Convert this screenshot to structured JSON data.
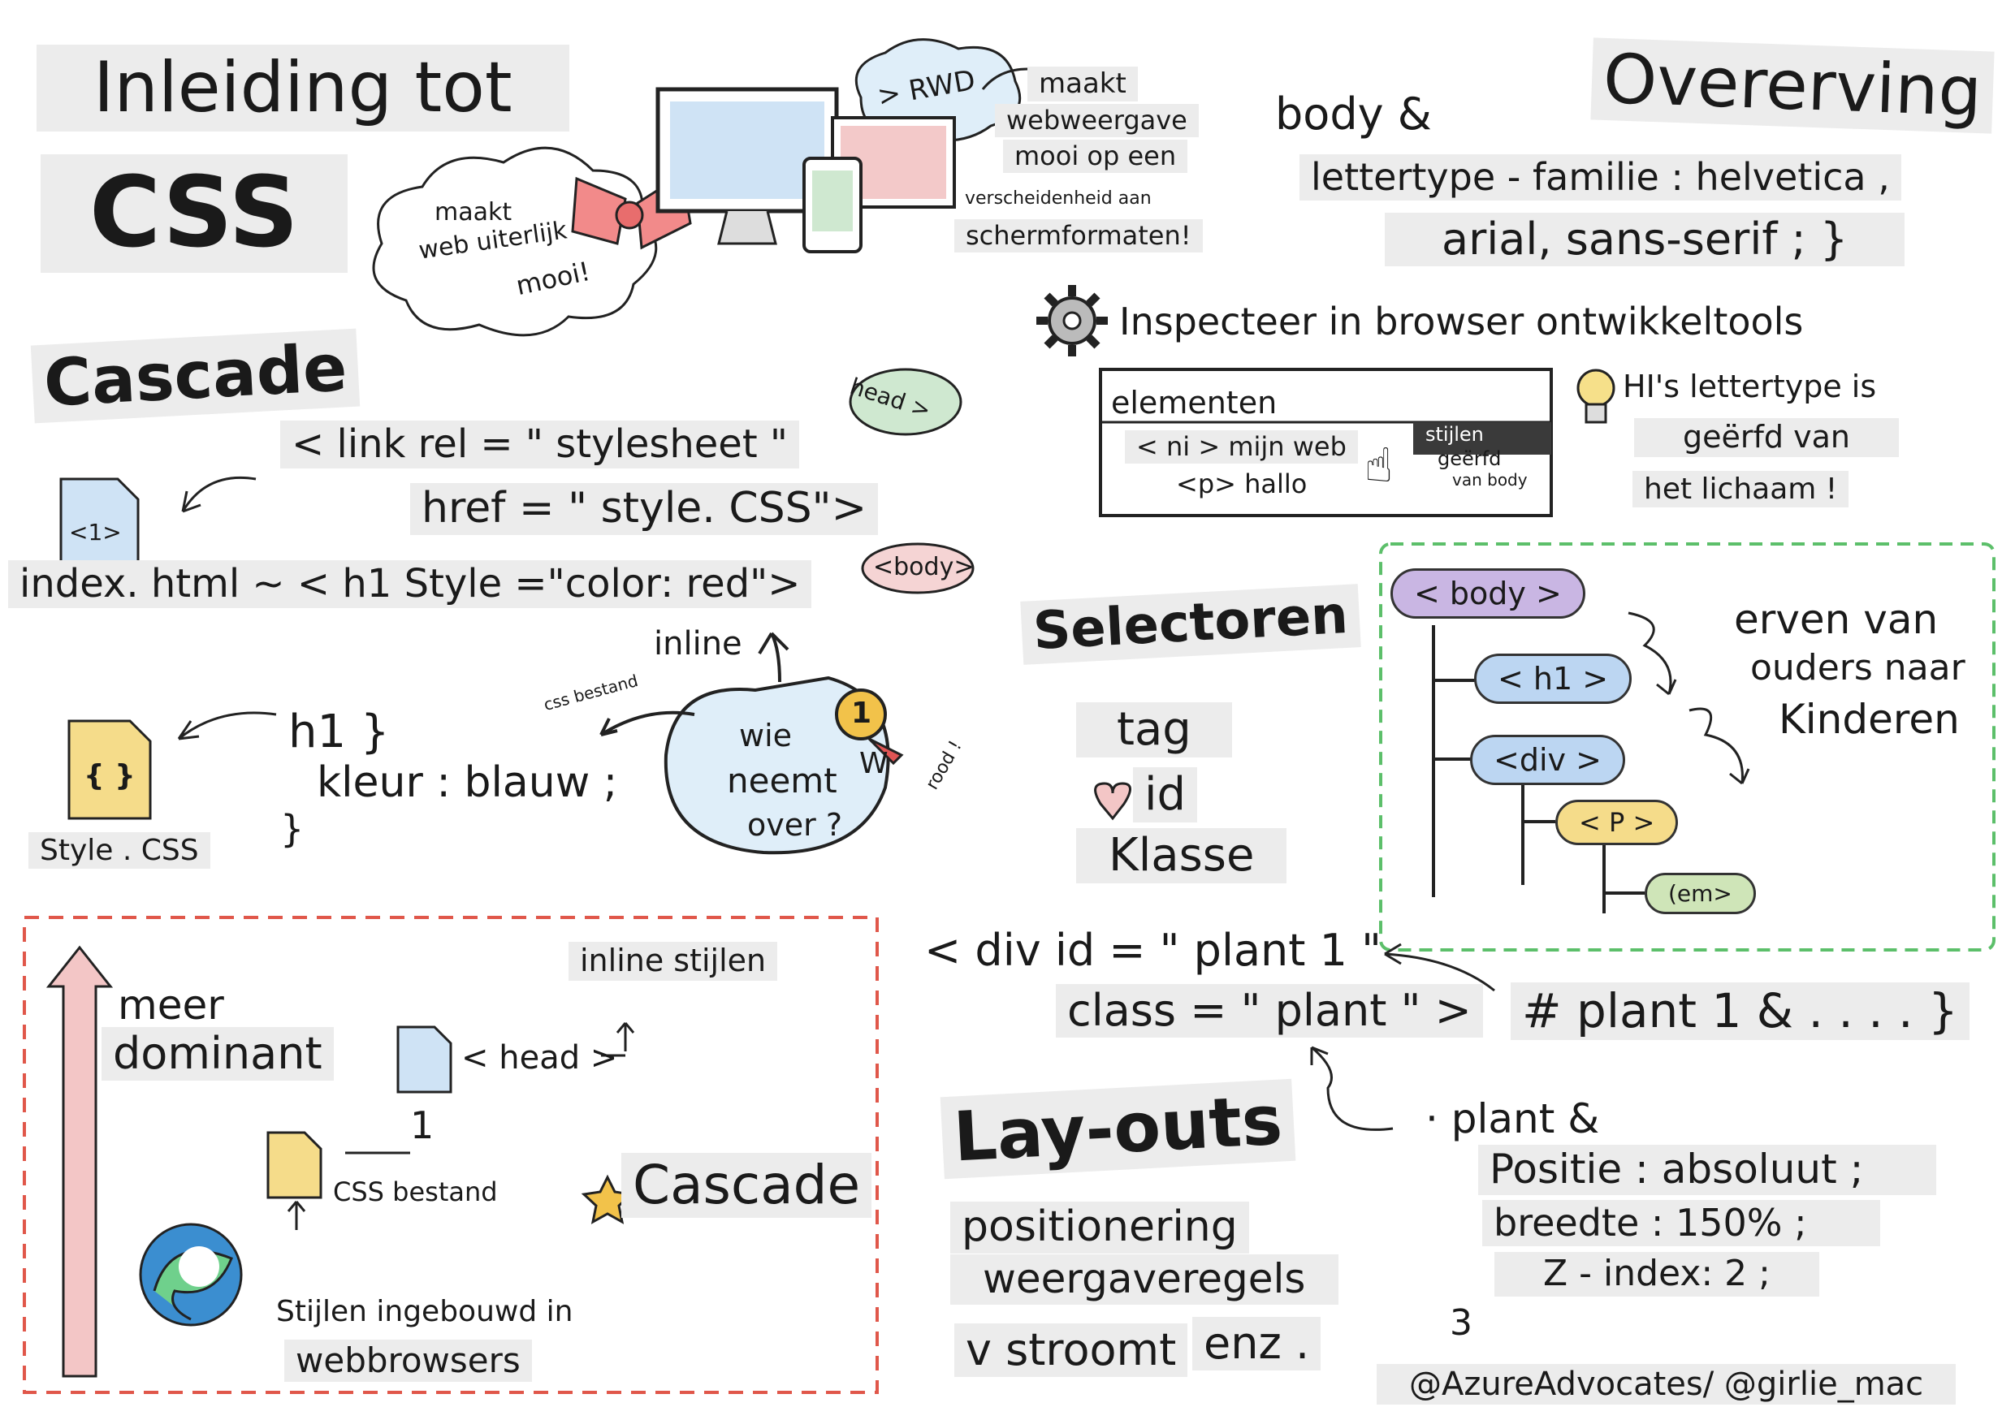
{
  "title": {
    "line1": "Inleiding tot",
    "line2": "CSS"
  },
  "intro": {
    "cloud": [
      "maakt",
      "web uiterlijk",
      "mooi!"
    ],
    "rwd_tag": "> RWD",
    "rwd_text": [
      "maakt",
      "webweergave",
      "mooi op een",
      "verscheidenheid aan",
      "schermformaten!"
    ]
  },
  "cascade_section": {
    "heading": "Cascade",
    "head_bubble": "head >",
    "link_line1": "< link rel = \" stylesheet \"",
    "link_line2": "href = \" style. CSS\">",
    "file_h1": "<1>",
    "inline_line": "index. html ~ < h1 Style =\"color: red\">",
    "body_bubble": "<body>",
    "inline_label": "inline",
    "css_file_label": "css bestand",
    "who_wins": [
      "wie",
      "neemt",
      "over ?"
    ],
    "rood": "rood !",
    "medal_number": "1",
    "medal_w": "W",
    "css_rule": [
      "h1 }",
      "kleur : blauw ;",
      "}"
    ],
    "style_file_label": "Style . CSS",
    "style_file_icon": "{ }"
  },
  "dominance": {
    "meer": "meer",
    "dominant": "dominant",
    "inline_styles": "inline stijlen",
    "head": "< head >",
    "number": "1",
    "css_file": "CSS bestand",
    "cascade": "Cascade",
    "browser_styles": [
      "Stijlen ingebouwd in",
      "webbrowsers"
    ],
    "colors": {
      "box": "#e0574a",
      "arrow": "#f3c6c6"
    }
  },
  "inheritance": {
    "heading": "Overerving",
    "code": [
      "body &",
      "lettertype - familie : helvetica ,",
      "arial, sans-serif ; }"
    ],
    "devtools": "Inspecteer in browser ontwikkeltools",
    "panel": {
      "tab": "elementen",
      "row1": "< ni > mijn web",
      "row2": "<p> hallo",
      "stijlen": "stijlen",
      "geerfd": "geërfd",
      "van_body": "van body"
    },
    "tip": [
      "HI's lettertype is",
      "geërfd van",
      "het lichaam !"
    ],
    "tree": [
      "< body >",
      "< h1 >",
      "<div >",
      "< P >",
      "(em>"
    ],
    "tree_text": [
      "erven van",
      "ouders naar",
      "Kinderen"
    ],
    "colors": {
      "body": "#c9b6e3",
      "h1": "#bcd6f2",
      "div": "#bcd6f2",
      "p": "#f5dc8a",
      "em": "#cfe5b8",
      "dash": "#5cbf6a"
    }
  },
  "selectors": {
    "heading": "Selectoren",
    "items": [
      "tag",
      "id",
      "Klasse"
    ],
    "div_line1": "< div id = \" plant 1 \"",
    "div_line2": "class = \" plant \" >",
    "id_rule": "# plant 1 & . . . . }",
    "class_rule": [
      "· plant &",
      "Positie : absoluut ;",
      "breedte : 150% ;",
      "Z - index: 2 ;",
      "3"
    ]
  },
  "layouts": {
    "heading": "Lay-outs",
    "items": [
      "positionering",
      "weergaveregels",
      "v stroomt",
      "enz ."
    ]
  },
  "credit": "@AzureAdvocates/ @girlie_mac"
}
